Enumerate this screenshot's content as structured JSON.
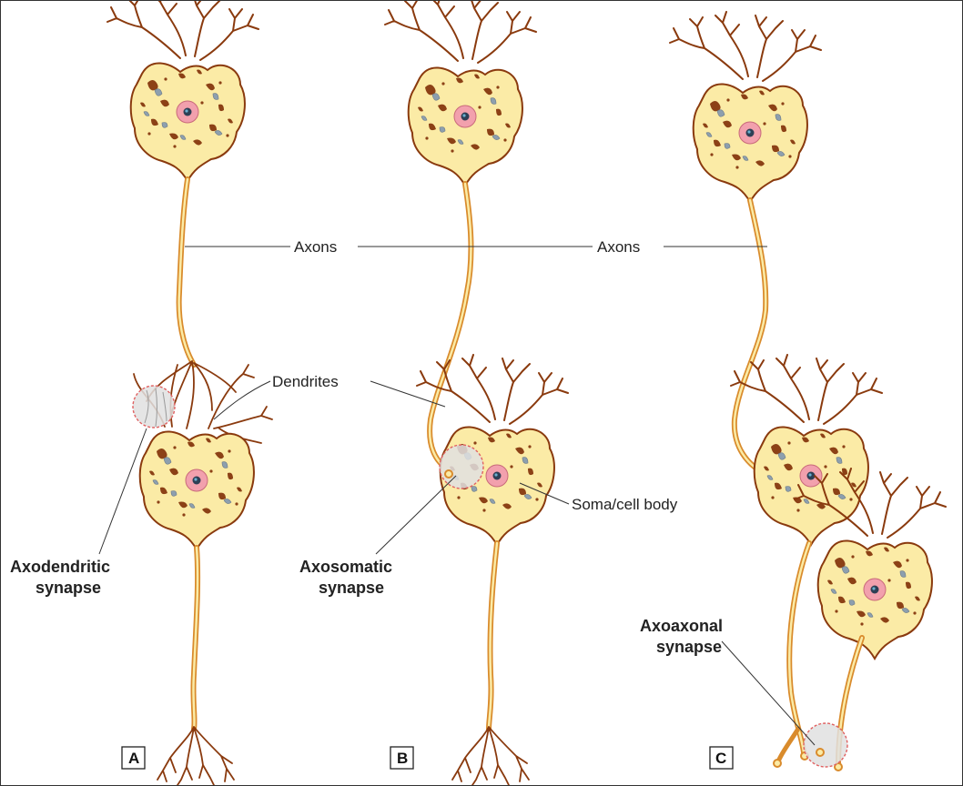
{
  "labels": {
    "axons_1": "Axons",
    "axons_2": "Axons",
    "dendrites": "Dendrites",
    "soma": "Soma/cell body"
  },
  "synapses": {
    "a_line1": "Axodendritic",
    "a_line2": "synapse",
    "b_line1": "Axosomatic",
    "b_line2": "synapse",
    "c_line1": "Axoaxonal",
    "c_line2": "synapse"
  },
  "panels": {
    "a": "A",
    "b": "B",
    "c": "C"
  },
  "colors": {
    "cell_fill": "#fbeba6",
    "cell_outline": "#8a3a0e",
    "axon": "#d98b2c",
    "organelle_brown": "#8c4116",
    "organelle_gray": "#8d9fae",
    "nucleus": "#f2a0ad",
    "nucleolus": "#2d3f55",
    "synapse_circle": "#e0e0e0",
    "synapse_border": "#e06060"
  }
}
